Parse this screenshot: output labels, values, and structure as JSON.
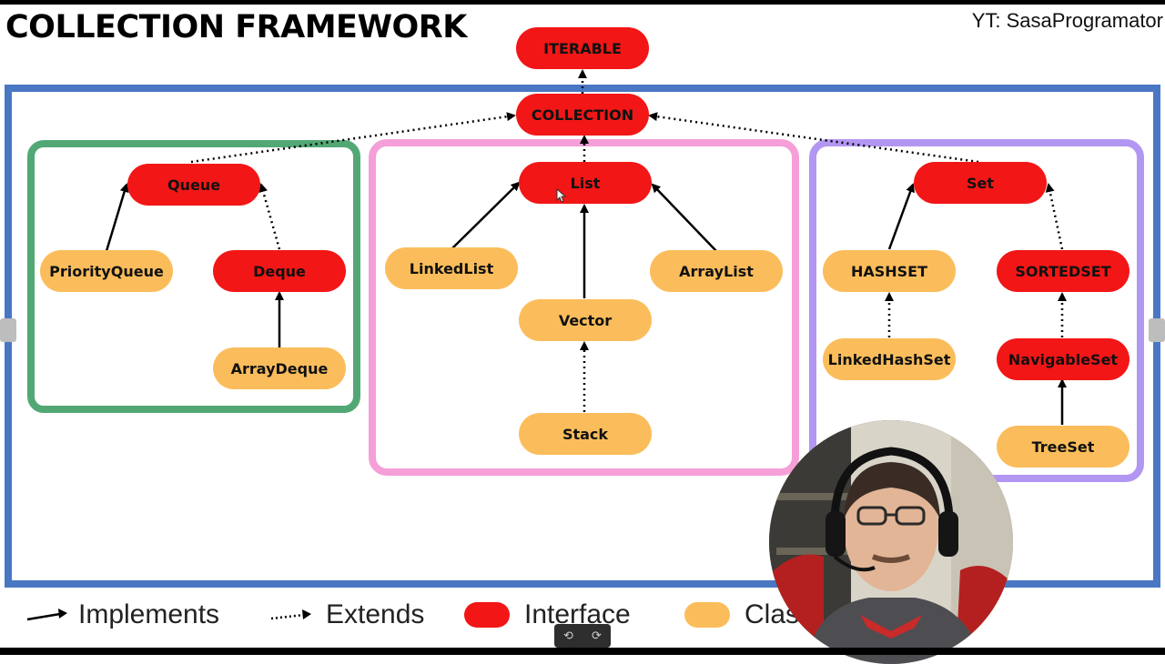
{
  "header": {
    "title": "COLLECTION FRAMEWORK",
    "watermark": "YT: SasaProgramator"
  },
  "nodes": {
    "iterable": "ITERABLE",
    "collection": "COLLECTION",
    "queue": "Queue",
    "priority_queue": "PriorityQueue",
    "deque": "Deque",
    "array_deque": "ArrayDeque",
    "list": "List",
    "linked_list": "LinkedList",
    "array_list": "ArrayList",
    "vector": "Vector",
    "stack": "Stack",
    "set": "Set",
    "hashset": "HASHSET",
    "sortedset": "SORTEDSET",
    "linked_hash_set": "LinkedHashSet",
    "navigable_set": "NavigableSet",
    "tree_set": "TreeSet"
  },
  "legend": {
    "implements": "Implements",
    "extends": "Extends",
    "interface": "Interface",
    "class": "Class"
  },
  "colors": {
    "interface": "#f21616",
    "class": "#fbbd5b",
    "collection_border": "#4a77c4",
    "queue_border": "#52a875",
    "list_border": "#f59fd8",
    "set_border": "#b297f2"
  }
}
